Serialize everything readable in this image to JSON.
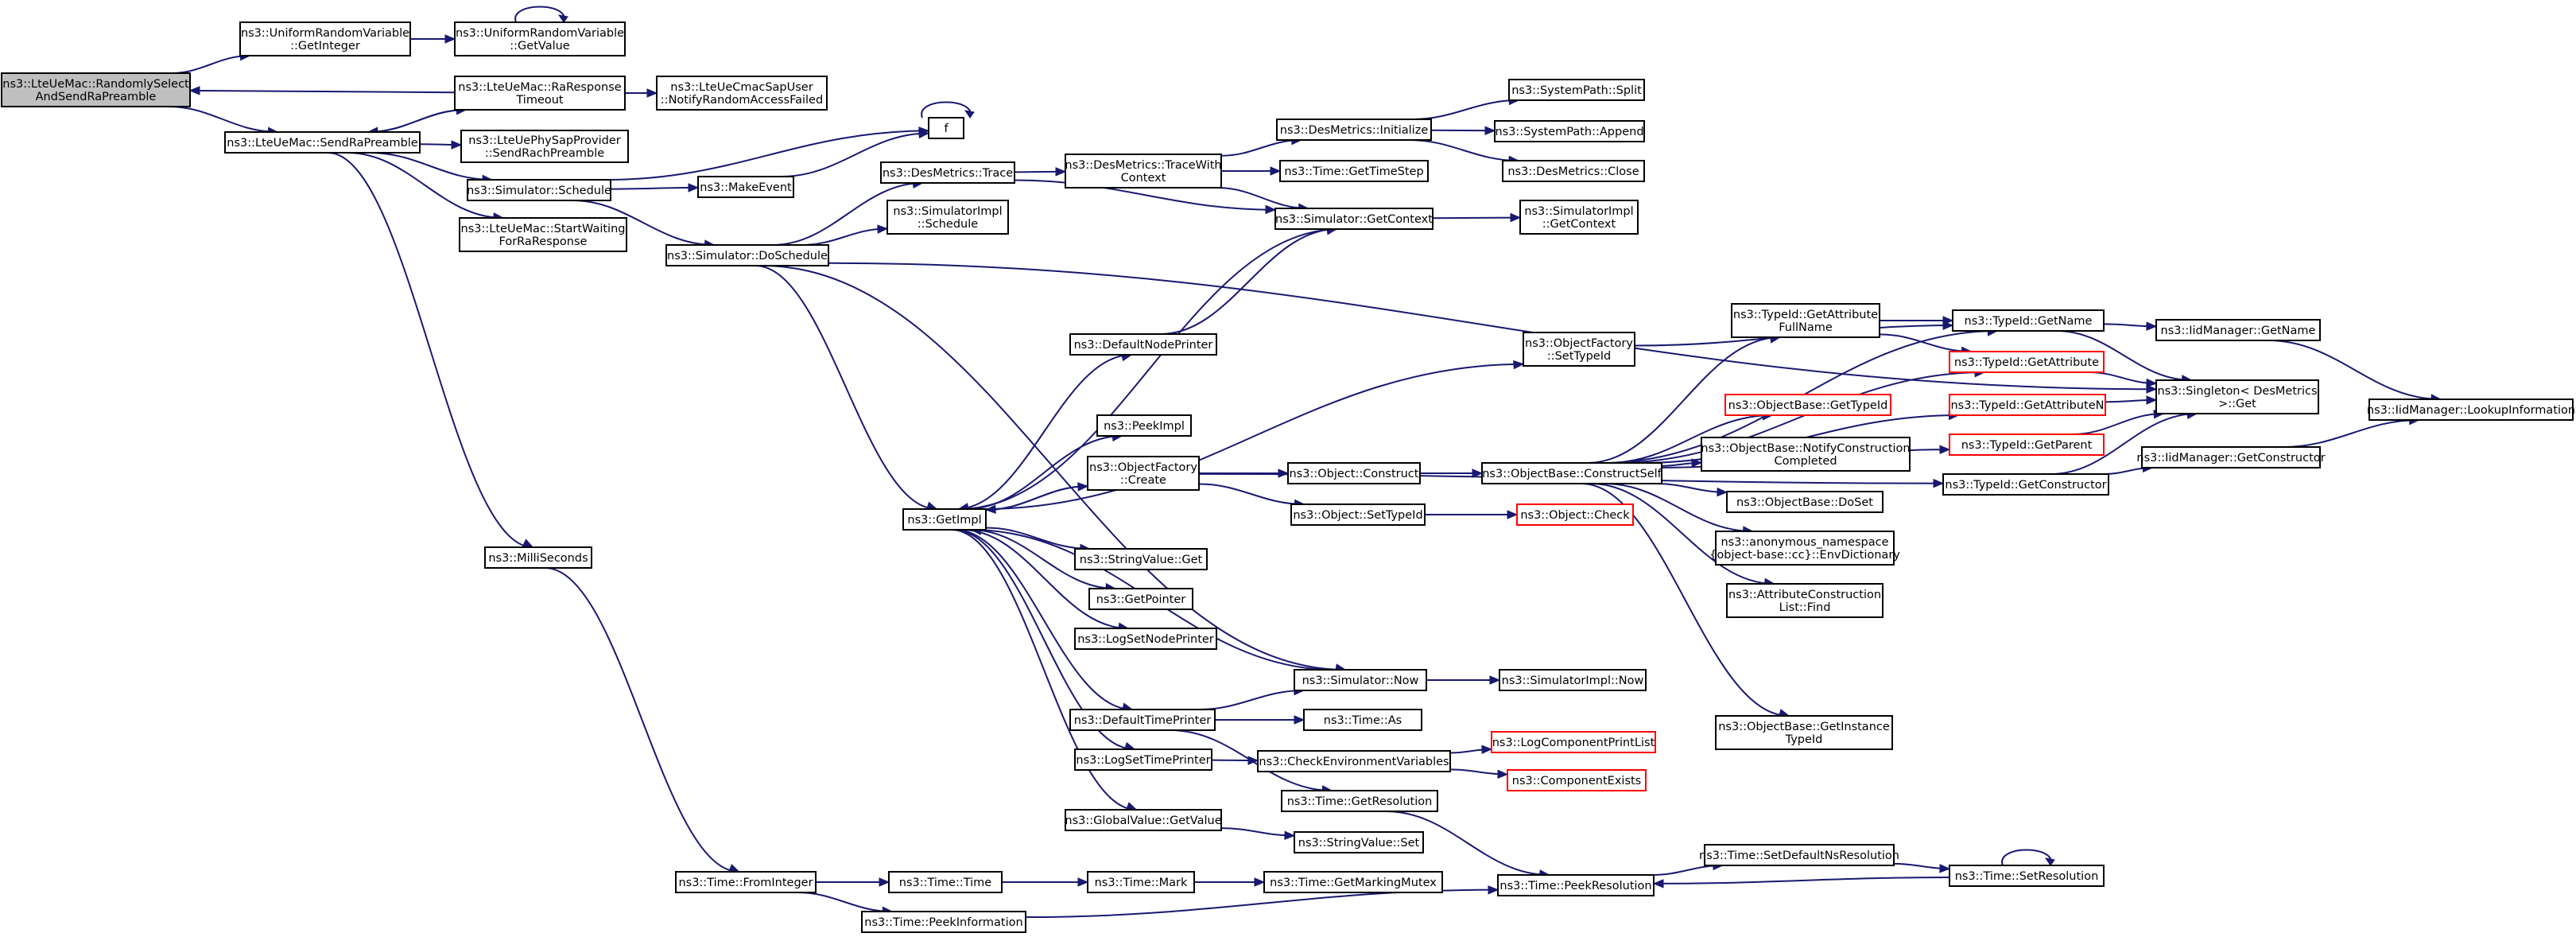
{
  "graph": {
    "title": "",
    "nodes": [
      {
        "id": "root",
        "lines": [
          "ns3::LteUeMac::RandomlySelect",
          "AndSendRaPreamble"
        ],
        "style": "root"
      },
      {
        "id": "urv_getint",
        "lines": [
          "ns3::UniformRandomVariable",
          "::GetInteger"
        ]
      },
      {
        "id": "urv_getval",
        "lines": [
          "ns3::UniformRandomVariable",
          "::GetValue"
        ]
      },
      {
        "id": "raresp",
        "lines": [
          "ns3::LteUeMac::RaResponse",
          "Timeout"
        ]
      },
      {
        "id": "notifyrand",
        "lines": [
          "ns3::LteUeCmacSapUser",
          "::NotifyRandomAccessFailed"
        ]
      },
      {
        "id": "sendrapre",
        "lines": [
          "ns3::LteUeMac::SendRaPreamble"
        ]
      },
      {
        "id": "sendrach",
        "lines": [
          "ns3::LteUePhySapProvider",
          "::SendRachPreamble"
        ]
      },
      {
        "id": "schedule",
        "lines": [
          "ns3::Simulator::Schedule"
        ]
      },
      {
        "id": "startwait",
        "lines": [
          "ns3::LteUeMac::StartWaiting",
          "ForRaResponse"
        ]
      },
      {
        "id": "millisec",
        "lines": [
          "ns3::MilliSeconds"
        ]
      },
      {
        "id": "makeevent",
        "lines": [
          "ns3::MakeEvent"
        ]
      },
      {
        "id": "f",
        "lines": [
          "f"
        ]
      },
      {
        "id": "dstrace",
        "lines": [
          "ns3::DesMetrics::Trace"
        ]
      },
      {
        "id": "dstracewith",
        "lines": [
          "ns3::DesMetrics::TraceWith",
          "Context"
        ]
      },
      {
        "id": "dsinit",
        "lines": [
          "ns3::DesMetrics::Initialize"
        ]
      },
      {
        "id": "syssplit",
        "lines": [
          "ns3::SystemPath::Split"
        ]
      },
      {
        "id": "sysappend",
        "lines": [
          "ns3::SystemPath::Append"
        ]
      },
      {
        "id": "dsclose",
        "lines": [
          "ns3::DesMetrics::Close"
        ]
      },
      {
        "id": "gettimestep",
        "lines": [
          "ns3::Time::GetTimeStep"
        ]
      },
      {
        "id": "simimplsched",
        "lines": [
          "ns3::SimulatorImpl",
          "::Schedule"
        ]
      },
      {
        "id": "simgetctx",
        "lines": [
          "ns3::Simulator::GetContext"
        ]
      },
      {
        "id": "simimplgetctx",
        "lines": [
          "ns3::SimulatorImpl",
          "::GetContext"
        ]
      },
      {
        "id": "dosched",
        "lines": [
          "ns3::Simulator::DoSchedule"
        ]
      },
      {
        "id": "defnodeprinter",
        "lines": [
          "ns3::DefaultNodePrinter"
        ]
      },
      {
        "id": "peekimpl",
        "lines": [
          "ns3::PeekImpl"
        ]
      },
      {
        "id": "ofcreate",
        "lines": [
          "ns3::ObjectFactory",
          "::Create"
        ]
      },
      {
        "id": "getimpl",
        "lines": [
          "ns3::GetImpl"
        ]
      },
      {
        "id": "strvalget",
        "lines": [
          "ns3::StringValue::Get"
        ]
      },
      {
        "id": "getpointer",
        "lines": [
          "ns3::GetPointer"
        ]
      },
      {
        "id": "logsetnode",
        "lines": [
          "ns3::LogSetNodePrinter"
        ]
      },
      {
        "id": "simnow",
        "lines": [
          "ns3::Simulator::Now"
        ]
      },
      {
        "id": "simimplnow",
        "lines": [
          "ns3::SimulatorImpl::Now"
        ]
      },
      {
        "id": "deftimeprinter",
        "lines": [
          "ns3::DefaultTimePrinter"
        ]
      },
      {
        "id": "timeas",
        "lines": [
          "ns3::Time::As"
        ]
      },
      {
        "id": "logsettime",
        "lines": [
          "ns3::LogSetTimePrinter"
        ]
      },
      {
        "id": "checkenv",
        "lines": [
          "ns3::CheckEnvironmentVariables"
        ]
      },
      {
        "id": "logcompprint",
        "lines": [
          "ns3::LogComponentPrintList"
        ],
        "style": "red"
      },
      {
        "id": "compexists",
        "lines": [
          "ns3::ComponentExists"
        ],
        "style": "red"
      },
      {
        "id": "timegetres",
        "lines": [
          "ns3::Time::GetResolution"
        ]
      },
      {
        "id": "gvgetval",
        "lines": [
          "ns3::GlobalValue::GetValue"
        ]
      },
      {
        "id": "strvalset",
        "lines": [
          "ns3::StringValue::Set"
        ]
      },
      {
        "id": "fromint",
        "lines": [
          "ns3::Time::FromInteger"
        ]
      },
      {
        "id": "timetime",
        "lines": [
          "ns3::Time::Time"
        ]
      },
      {
        "id": "timemark",
        "lines": [
          "ns3::Time::Mark"
        ]
      },
      {
        "id": "getmarkmutex",
        "lines": [
          "ns3::Time::GetMarkingMutex"
        ]
      },
      {
        "id": "peekinfo",
        "lines": [
          "ns3::Time::PeekInformation"
        ]
      },
      {
        "id": "peekres",
        "lines": [
          "ns3::Time::PeekResolution"
        ]
      },
      {
        "id": "setdefns",
        "lines": [
          "ns3::Time::SetDefaultNsResolution"
        ]
      },
      {
        "id": "setres",
        "lines": [
          "ns3::Time::SetResolution"
        ]
      },
      {
        "id": "objconstruct",
        "lines": [
          "ns3::Object::Construct"
        ]
      },
      {
        "id": "objsettypeid",
        "lines": [
          "ns3::Object::SetTypeId"
        ]
      },
      {
        "id": "objcheck",
        "lines": [
          "ns3::Object::Check"
        ],
        "style": "red"
      },
      {
        "id": "obconstructself",
        "lines": [
          "ns3::ObjectBase::ConstructSelf"
        ]
      },
      {
        "id": "ofsettypeid",
        "lines": [
          "ns3::ObjectFactory",
          "::SetTypeId"
        ]
      },
      {
        "id": "tidgetattrfull",
        "lines": [
          "ns3::TypeId::GetAttribute",
          "FullName"
        ]
      },
      {
        "id": "obgettypeid",
        "lines": [
          "ns3::ObjectBase::GetTypeId"
        ],
        "style": "red"
      },
      {
        "id": "obnotify",
        "lines": [
          "ns3::ObjectBase::NotifyConstruction",
          "Completed"
        ]
      },
      {
        "id": "obdoset",
        "lines": [
          "ns3::ObjectBase::DoSet"
        ]
      },
      {
        "id": "anonenv",
        "lines": [
          "ns3::anonymous_namespace",
          "{object-base::cc}::EnvDictionary"
        ]
      },
      {
        "id": "attrconstfind",
        "lines": [
          "ns3::AttributeConstruction",
          "List::Find"
        ]
      },
      {
        "id": "obgetinsttid",
        "lines": [
          "ns3::ObjectBase::GetInstance",
          "TypeId"
        ]
      },
      {
        "id": "tidgetname",
        "lines": [
          "ns3::TypeId::GetName"
        ]
      },
      {
        "id": "tidgetattr",
        "lines": [
          "ns3::TypeId::GetAttribute"
        ],
        "style": "red"
      },
      {
        "id": "tidgetattrn",
        "lines": [
          "ns3::TypeId::GetAttributeN"
        ],
        "style": "red"
      },
      {
        "id": "tidgetparent",
        "lines": [
          "ns3::TypeId::GetParent"
        ],
        "style": "red"
      },
      {
        "id": "tidgetctor",
        "lines": [
          "ns3::TypeId::GetConstructor"
        ]
      },
      {
        "id": "singleton",
        "lines": [
          "ns3::Singleton< DesMetrics",
          ">::Get"
        ]
      },
      {
        "id": "iidgetname",
        "lines": [
          "ns3::IidManager::GetName"
        ]
      },
      {
        "id": "iidgetctor",
        "lines": [
          "ns3::IidManager::GetConstructor"
        ]
      },
      {
        "id": "iidlookup",
        "lines": [
          "ns3::IidManager::LookupInformation"
        ]
      }
    ],
    "edges": [
      [
        "root",
        "urv_getint"
      ],
      [
        "urv_getint",
        "urv_getval"
      ],
      [
        "urv_getval",
        "urv_getval"
      ],
      [
        "root",
        "sendrapre"
      ],
      [
        "raresp",
        "root"
      ],
      [
        "raresp",
        "notifyrand"
      ],
      [
        "raresp",
        "sendrapre"
      ],
      [
        "sendrapre",
        "raresp"
      ],
      [
        "sendrapre",
        "sendrach"
      ],
      [
        "sendrapre",
        "schedule"
      ],
      [
        "sendrapre",
        "startwait"
      ],
      [
        "sendrapre",
        "millisec"
      ],
      [
        "millisec",
        "fromint"
      ],
      [
        "schedule",
        "f"
      ],
      [
        "schedule",
        "makeevent"
      ],
      [
        "schedule",
        "dosched"
      ],
      [
        "makeevent",
        "f"
      ],
      [
        "f",
        "f"
      ],
      [
        "dosched",
        "dstrace"
      ],
      [
        "dosched",
        "simimplsched"
      ],
      [
        "dosched",
        "singleton"
      ],
      [
        "dosched",
        "getimpl"
      ],
      [
        "dosched",
        "simnow"
      ],
      [
        "dstrace",
        "dstracewith"
      ],
      [
        "dstrace",
        "simgetctx"
      ],
      [
        "dstracewith",
        "dsinit"
      ],
      [
        "dstracewith",
        "gettimestep"
      ],
      [
        "dstracewith",
        "simgetctx"
      ],
      [
        "dsinit",
        "syssplit"
      ],
      [
        "dsinit",
        "sysappend"
      ],
      [
        "dsinit",
        "dsclose"
      ],
      [
        "simgetctx",
        "simimplgetctx"
      ],
      [
        "simgetctx",
        "getimpl"
      ],
      [
        "getimpl",
        "defnodeprinter"
      ],
      [
        "getimpl",
        "ofsettypeid"
      ],
      [
        "getimpl",
        "peekimpl"
      ],
      [
        "getimpl",
        "ofcreate"
      ],
      [
        "getimpl",
        "strvalget"
      ],
      [
        "getimpl",
        "getpointer"
      ],
      [
        "getimpl",
        "logsetnode"
      ],
      [
        "getimpl",
        "deftimeprinter"
      ],
      [
        "getimpl",
        "logsettime"
      ],
      [
        "getimpl",
        "gvgetval"
      ],
      [
        "defnodeprinter",
        "simgetctx"
      ],
      [
        "ofcreate",
        "getimpl"
      ],
      [
        "ofcreate",
        "objconstruct"
      ],
      [
        "ofcreate",
        "objsettypeid"
      ],
      [
        "ofcreate",
        "tidgetctor"
      ],
      [
        "objconstruct",
        "obconstructself"
      ],
      [
        "objsettypeid",
        "objcheck"
      ],
      [
        "simnow",
        "getimpl"
      ],
      [
        "simnow",
        "simimplnow"
      ],
      [
        "deftimeprinter",
        "simnow"
      ],
      [
        "deftimeprinter",
        "timeas"
      ],
      [
        "deftimeprinter",
        "timegetres"
      ],
      [
        "logsettime",
        "checkenv"
      ],
      [
        "checkenv",
        "logcompprint"
      ],
      [
        "checkenv",
        "compexists"
      ],
      [
        "timegetres",
        "peekres"
      ],
      [
        "gvgetval",
        "strvalset"
      ],
      [
        "fromint",
        "timetime"
      ],
      [
        "fromint",
        "peekinfo"
      ],
      [
        "timetime",
        "timemark"
      ],
      [
        "timemark",
        "getmarkmutex"
      ],
      [
        "peekinfo",
        "peekres"
      ],
      [
        "peekres",
        "setdefns"
      ],
      [
        "setdefns",
        "setres"
      ],
      [
        "setres",
        "peekres"
      ],
      [
        "setres",
        "setres"
      ],
      [
        "ofsettypeid",
        "tidgetname"
      ],
      [
        "obconstructself",
        "tidgetattrfull"
      ],
      [
        "obconstructself",
        "tidgetattr"
      ],
      [
        "obconstructself",
        "tidgetname"
      ],
      [
        "obconstructself",
        "obgettypeid"
      ],
      [
        "obconstructself",
        "obnotify"
      ],
      [
        "obconstructself",
        "obdoset"
      ],
      [
        "obconstructself",
        "anonenv"
      ],
      [
        "obconstructself",
        "attrconstfind"
      ],
      [
        "obconstructself",
        "obgetinsttid"
      ],
      [
        "obconstructself",
        "tidgetattrn"
      ],
      [
        "obconstructself",
        "tidgetparent"
      ],
      [
        "tidgetattrfull",
        "tidgetname"
      ],
      [
        "tidgetattrfull",
        "tidgetattr"
      ],
      [
        "tidgetname",
        "iidgetname"
      ],
      [
        "tidgetname",
        "singleton"
      ],
      [
        "tidgetattr",
        "singleton"
      ],
      [
        "tidgetattrn",
        "singleton"
      ],
      [
        "tidgetparent",
        "singleton"
      ],
      [
        "tidgetctor",
        "iidgetctor"
      ],
      [
        "tidgetctor",
        "singleton"
      ],
      [
        "iidgetname",
        "iidlookup"
      ],
      [
        "iidgetctor",
        "iidlookup"
      ]
    ]
  },
  "colors": {
    "edge": "#191970",
    "root_fill": "#bfbfbf",
    "red_border": "#ff0000",
    "node_border": "#000000"
  }
}
